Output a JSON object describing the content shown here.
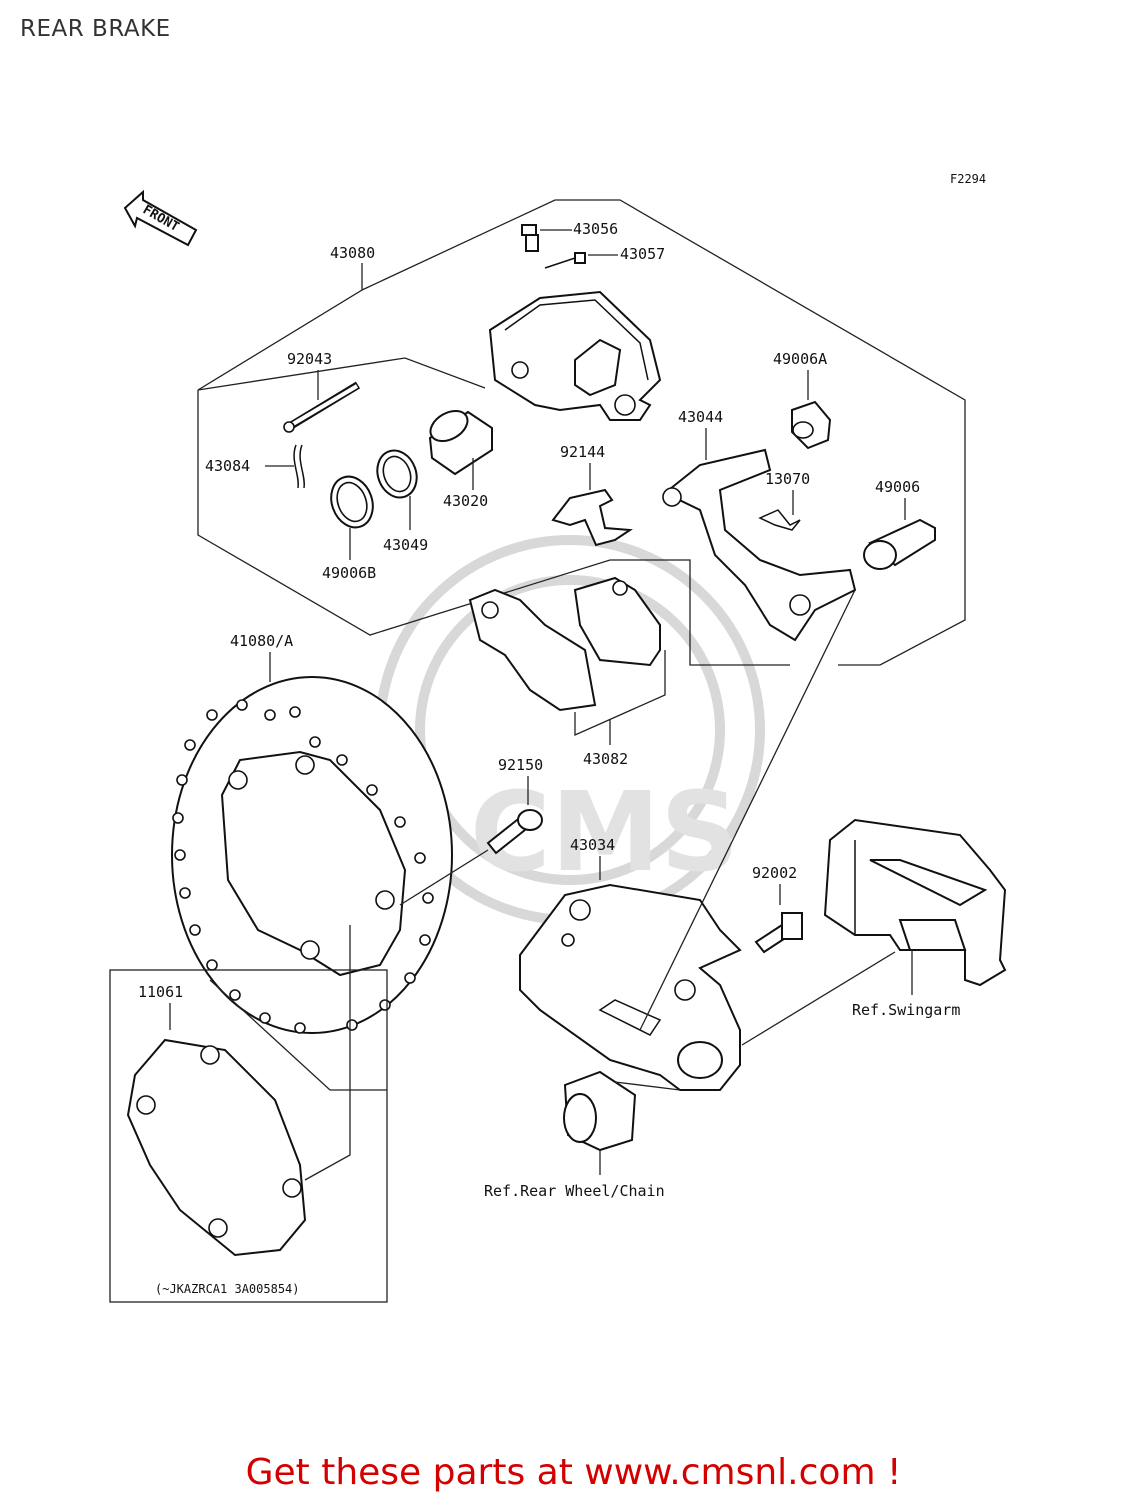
{
  "title": "REAR BRAKE",
  "figure_code": "F2294",
  "front_arrow_label": "FRONT",
  "part_labels": {
    "p43080": "43080",
    "p43056": "43056",
    "p43057": "43057",
    "p92043": "92043",
    "p49006A": "49006A",
    "p43044": "43044",
    "p43084": "43084",
    "p92144": "92144",
    "p13070": "13070",
    "p49006": "49006",
    "p43020": "43020",
    "p43049": "43049",
    "p49006B": "49006B",
    "p41080A": "41080/A",
    "p43082": "43082",
    "p92150": "92150",
    "p43034": "43034",
    "p92002": "92002",
    "p11061": "11061"
  },
  "reference_labels": {
    "swingarm": "Ref.Swingarm",
    "rear_wheel": "Ref.Rear Wheel/Chain"
  },
  "serial_note": "(~JKAZRCA1 3A005854)",
  "watermark": "CMS",
  "call_to_action": "Get these parts at www.cmsnl.com !",
  "colors": {
    "cta": "#d40000",
    "line": "#111111",
    "watermark": "#d8d8d8"
  }
}
